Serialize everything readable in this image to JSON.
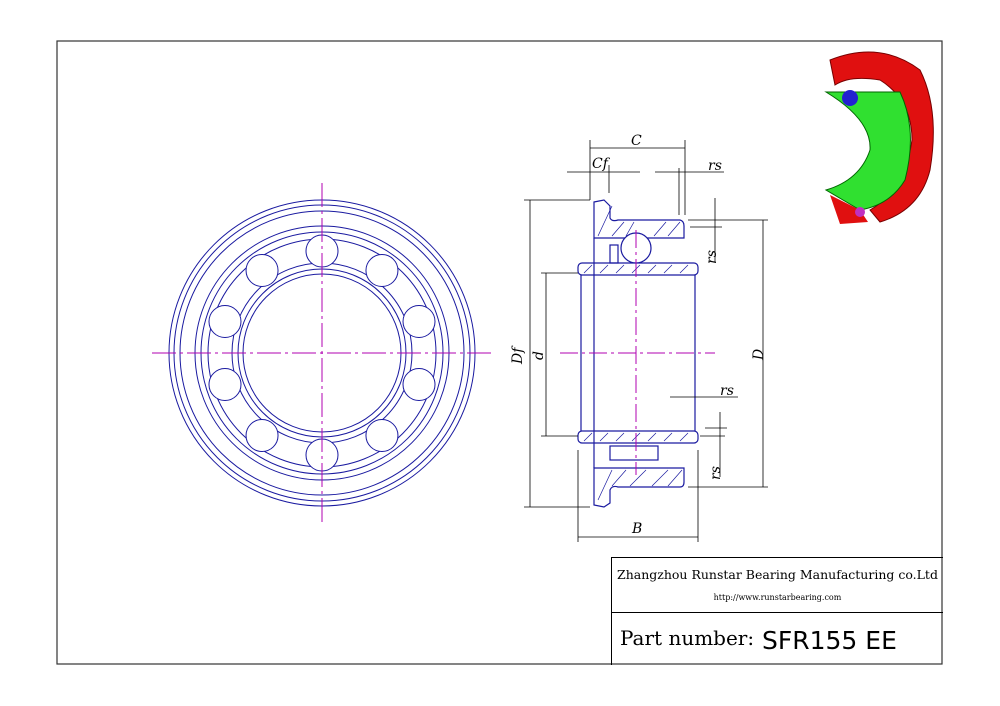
{
  "title_block": {
    "company": "Zhangzhou Runstar Bearing Manufacturing co.Ltd",
    "url": "http://www.runstarbearing.com",
    "part_number_label": "Part number:",
    "part_number": "SFR155 EE"
  },
  "dimensions": {
    "C": "C",
    "Cf": "Cf",
    "rs": "rs",
    "Df": "Df",
    "d": "d",
    "D": "D",
    "B": "B"
  },
  "colors": {
    "outline": "#1a1aa0",
    "centerline": "#b000b0",
    "ring_3d": "#e01010",
    "inner_3d": "#30e030"
  }
}
